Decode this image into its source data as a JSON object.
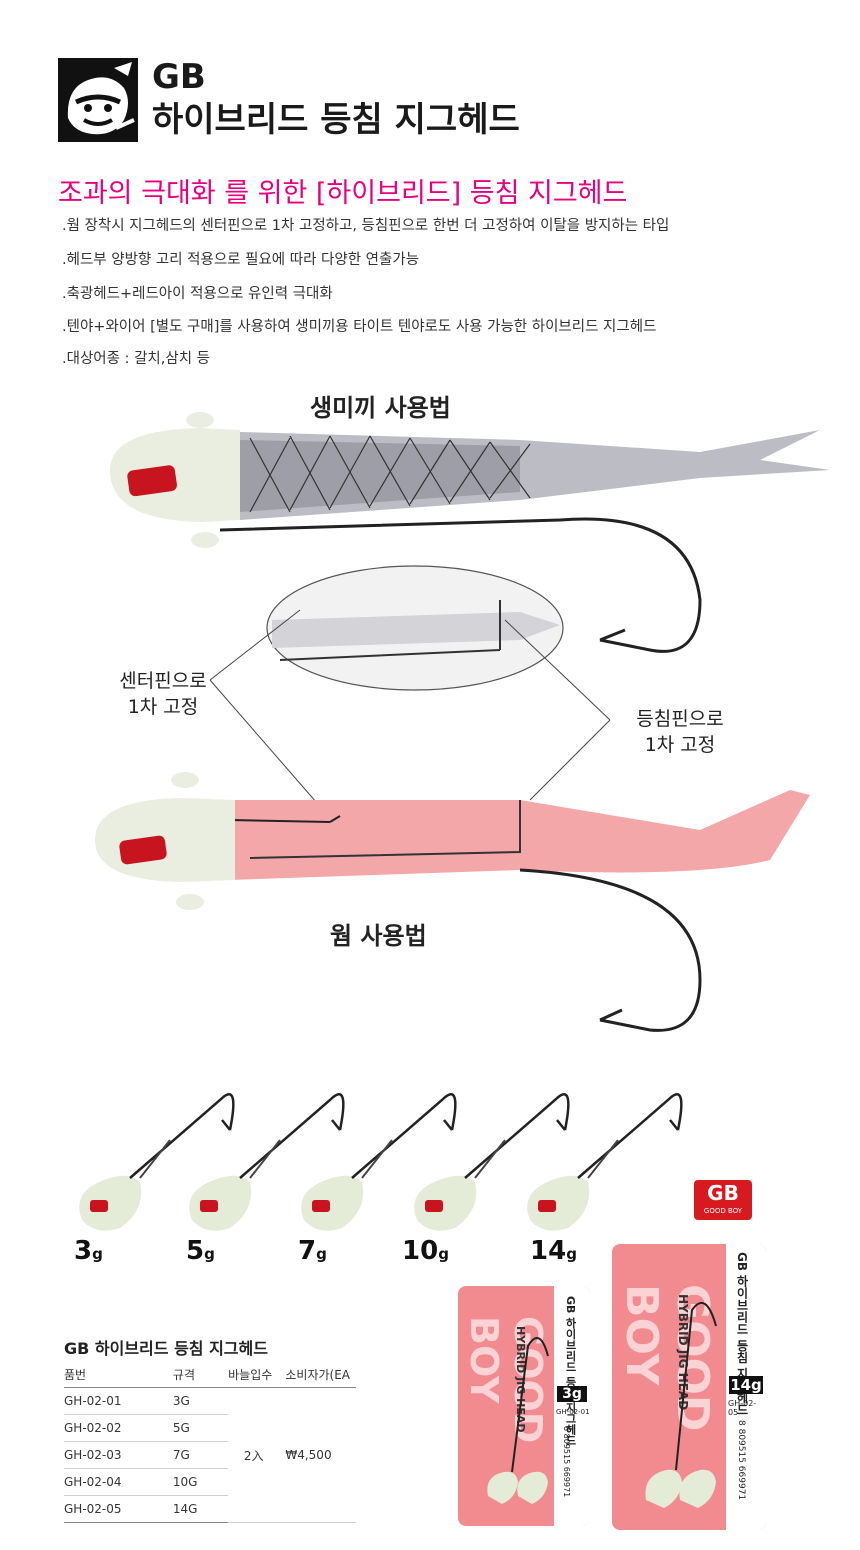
{
  "brand": {
    "line1": "GB",
    "line2": "하이브리드 등침 지그헤드"
  },
  "headline": "조과의 극대화 를 위한 [하이브리드] 등침 지그헤드",
  "bullets": [
    ".웜 장착시 지그헤드의 센터핀으로 1차 고정하고, 등침핀으로 한번 더 고정하여 이탈을 방지하는 타입",
    ".헤드부 양방향 고리 적용으로 필요에 따라 다양한 연출가능",
    ".축광헤드+레드아이 적용으로 유인력 극대화",
    ".텐야+와이어 [별도 구매]를 사용하여 생미끼용 타이트 텐야로도 사용 가능한 하이브리드 지그헤드",
    ".대상어종 : 갈치,삼치 등"
  ],
  "usage": {
    "live_bait_title": "생미끼 사용법",
    "worm_title": "웜 사용법",
    "center_pin_label": [
      "센터핀으로",
      "1차 고정"
    ],
    "back_pin_label": [
      "등침핀으로",
      "1차 고정"
    ]
  },
  "weights": [
    {
      "num": "3",
      "unit": "g"
    },
    {
      "num": "5",
      "unit": "g"
    },
    {
      "num": "7",
      "unit": "g"
    },
    {
      "num": "10",
      "unit": "g"
    },
    {
      "num": "14",
      "unit": "g"
    }
  ],
  "logo_badge": {
    "main": "GB",
    "sub": "GOOD BOY"
  },
  "spec_table": {
    "title": "GB 하이브리드 등침 지그헤드",
    "headers": [
      "품번",
      "규격",
      "바늘입수",
      "소비자가(EA"
    ],
    "rows": [
      {
        "code": "GH-02-01",
        "size": "3G"
      },
      {
        "code": "GH-02-02",
        "size": "5G"
      },
      {
        "code": "GH-02-03",
        "size": "7G"
      },
      {
        "code": "GH-02-04",
        "size": "10G"
      },
      {
        "code": "GH-02-05",
        "size": "14G"
      }
    ],
    "qty": "2入",
    "price": "₩4,500"
  },
  "packages": [
    {
      "side_text": "GB 하이브리드 등침 지그헤드",
      "vertical_text": "HYBRID JIG HEAD",
      "big_text": "GOOD BOY",
      "weight": "3g",
      "code": "GH-02-01",
      "barcode": "8 809515 669971"
    },
    {
      "side_text": "GB 하이브리드 등침 지그헤드",
      "vertical_text": "HYBRID JIG HEAD",
      "big_text": "GOOD BOY",
      "weight": "14g",
      "code": "GH-02-05",
      "barcode": "8 809515 669971"
    }
  ],
  "colors": {
    "accent": "#e6007e",
    "brand_red": "#d71920",
    "glow_head": "#e9eee0",
    "worm_pink": "#f4a7a9",
    "package_pink": "#f28b8f"
  }
}
